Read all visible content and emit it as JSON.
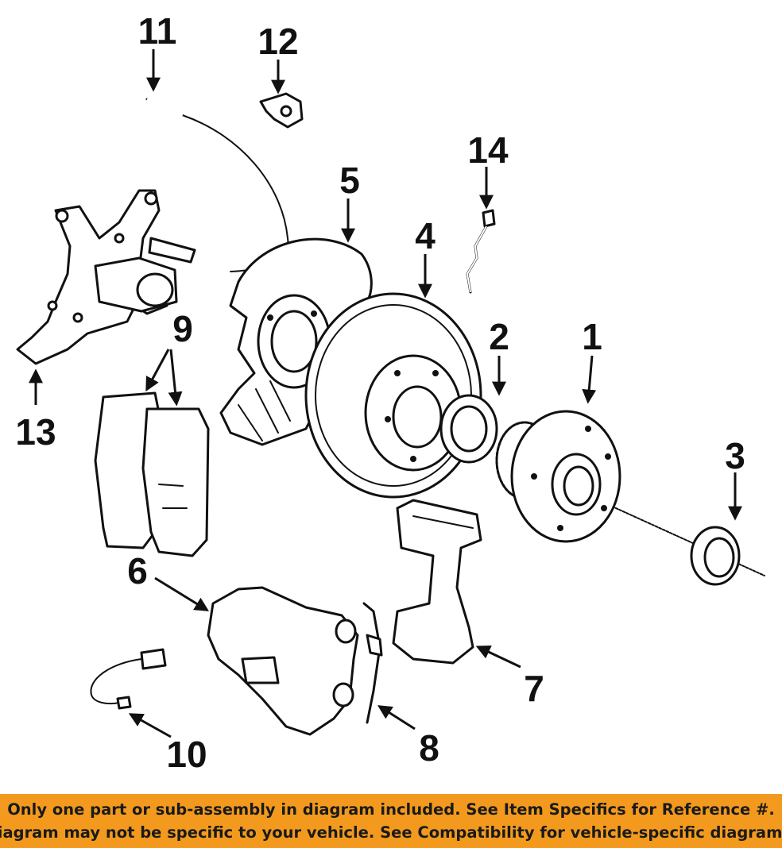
{
  "callouts": {
    "c1": "1",
    "c2": "2",
    "c3": "3",
    "c4": "4",
    "c5": "5",
    "c6": "6",
    "c7": "7",
    "c8": "8",
    "c9": "9",
    "c10": "10",
    "c11": "11",
    "c12": "12",
    "c13": "13",
    "c14": "14"
  },
  "banner": {
    "line1": "Only one part or sub-assembly in diagram included. See Item Specifics for Reference #.",
    "line2": "Diagram may not be specific to your vehicle. See Compatibility for vehicle-specific diagrams."
  },
  "colors": {
    "banner_bg": "#f39a1e",
    "ink": "#111111"
  }
}
